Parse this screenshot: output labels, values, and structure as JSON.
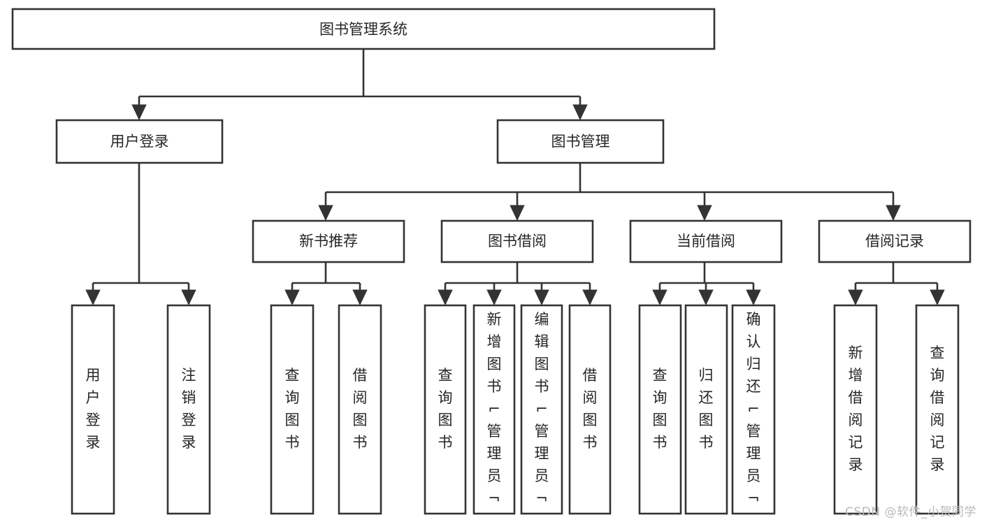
{
  "diagram": {
    "type": "tree-hierarchy",
    "title": "图书管理系统",
    "watermark": "CSDN @软件_小贺同学",
    "colors": {
      "background": "#ffffff",
      "box_fill": "#ffffff",
      "box_stroke": "#333333",
      "text": "#262626",
      "watermark": "#b9b9b9"
    },
    "root": {
      "label": "图书管理系统",
      "orientation": "horizontal"
    },
    "level2": [
      {
        "label": "用户登录",
        "orientation": "horizontal"
      },
      {
        "label": "图书管理",
        "orientation": "horizontal"
      }
    ],
    "level3": [
      {
        "label": "新书推荐",
        "orientation": "horizontal"
      },
      {
        "label": "图书借阅",
        "orientation": "horizontal"
      },
      {
        "label": "当前借阅",
        "orientation": "horizontal"
      },
      {
        "label": "借阅记录",
        "orientation": "horizontal"
      }
    ],
    "leaves": {
      "user_login": [
        {
          "label": "用户登录",
          "orientation": "vertical"
        },
        {
          "label": "注销登录",
          "orientation": "vertical"
        }
      ],
      "new_book_recommend": [
        {
          "label": "查询图书",
          "orientation": "vertical"
        },
        {
          "label": "借阅图书",
          "orientation": "vertical"
        }
      ],
      "book_borrow": [
        {
          "label": "查询图书",
          "orientation": "vertical"
        },
        {
          "label": "新增图书（管理员）",
          "orientation": "vertical"
        },
        {
          "label": "编辑图书（管理员）",
          "orientation": "vertical"
        },
        {
          "label": "借阅图书",
          "orientation": "vertical"
        }
      ],
      "current_borrow": [
        {
          "label": "查询图书",
          "orientation": "vertical"
        },
        {
          "label": "归还图书",
          "orientation": "vertical"
        },
        {
          "label": "确认归还（管理员）",
          "orientation": "vertical"
        }
      ],
      "borrow_record": [
        {
          "label": "新增借阅记录",
          "orientation": "vertical"
        },
        {
          "label": "查询借阅记录",
          "orientation": "vertical"
        }
      ]
    }
  }
}
